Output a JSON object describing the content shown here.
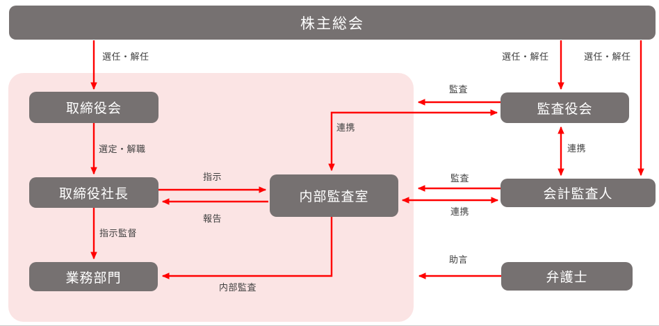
{
  "diagram": {
    "nodes": {
      "shareholders_meeting": {
        "label": "株主総会"
      },
      "board_of_directors": {
        "label": "取締役会"
      },
      "president": {
        "label": "取締役社長"
      },
      "business_divisions": {
        "label": "業務部門"
      },
      "internal_audit_office": {
        "label": "内部監査室"
      },
      "audit_and_supervisory_board": {
        "label": "監査役会"
      },
      "accounting_auditor": {
        "label": "会計監査人"
      },
      "lawyer": {
        "label": "弁護士"
      }
    },
    "edge_labels": {
      "appoint_dismiss_board": "選任・解任",
      "appoint_dismiss_audit_board": "選任・解任",
      "appoint_dismiss_accounting_auditor": "選任・解任",
      "select_remove_president": "選定・解職",
      "audit_by_audit_board": "監査",
      "audit_by_accounting_auditor": "監査",
      "cooperation_internal_audit_to_audit_board": "連携",
      "cooperation_audit_board_accounting_auditor": "連携",
      "cooperation_internal_audit_accounting_auditor": "連携",
      "instruction": "指示",
      "report": "報告",
      "instruction_supervision": "指示監督",
      "internal_audit": "内部監査",
      "advice": "助言"
    },
    "colors": {
      "node_fill": "#767171",
      "node_text": "#FFFFFF",
      "group_region_fill": "#FBE4E4",
      "arrow_red": "#FF0000",
      "edge_label_text": "#3F3F3F"
    }
  }
}
